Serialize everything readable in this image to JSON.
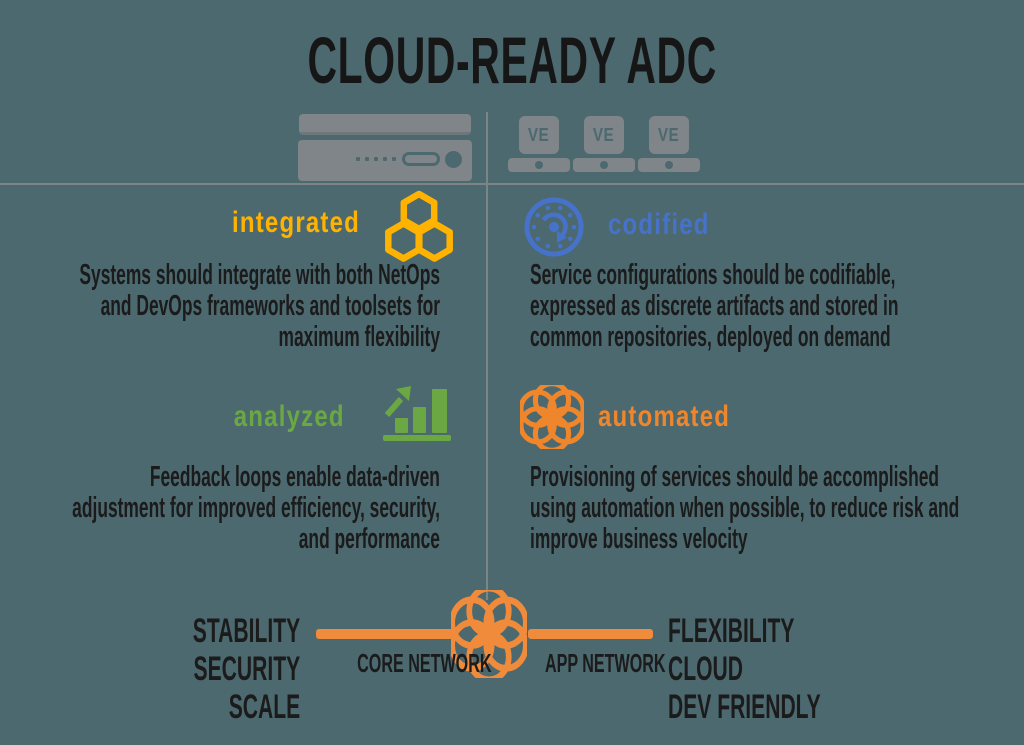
{
  "title": "CLOUD-READY ADC",
  "hardware": {
    "appliance_icon": "adc-appliance-icon",
    "ve_label": "VE"
  },
  "quadrants": [
    {
      "id": "integrated",
      "label": "integrated",
      "color": "#FFB200",
      "icon": "hexagon-cluster-icon",
      "lines": [
        "Systems should integrate with both NetOps",
        "and DevOps frameworks and toolsets for",
        "maximum flexibility"
      ]
    },
    {
      "id": "codified",
      "label": "codified",
      "color": "#4673C9",
      "icon": "config-loop-icon",
      "lines": [
        "Service configurations should be codifiable,",
        "expressed as discrete artifacts and stored in",
        "common repositories, deployed on demand"
      ]
    },
    {
      "id": "analyzed",
      "label": "analyzed",
      "color": "#6BA843",
      "icon": "bar-chart-growth-icon",
      "lines": [
        "Feedback loops enable data-driven",
        "adjustment for improved efficiency, security,",
        "and performance"
      ]
    },
    {
      "id": "automated",
      "label": "automated",
      "color": "#F0862B",
      "icon": "rosette-icon",
      "lines": [
        "Provisioning of services should be accomplished",
        "using automation when possible, to reduce risk and",
        "improve business velocity"
      ]
    }
  ],
  "footer": {
    "left_traits": [
      "STABILITY",
      "SECURITY",
      "SCALE"
    ],
    "right_traits": [
      "FLEXIBILITY",
      "CLOUD",
      "DEV FRIENDLY"
    ],
    "core_network_label": "CORE NETWORK",
    "app_network_label": "APP NETWORK",
    "center_icon": "rosette-icon",
    "bar_color": "#EF8B3B"
  },
  "colors": {
    "background": "#4C6970",
    "hardware_gray": "#7F8588",
    "divider_gray": "#7B8486",
    "text_black": "#1B1B1B"
  }
}
